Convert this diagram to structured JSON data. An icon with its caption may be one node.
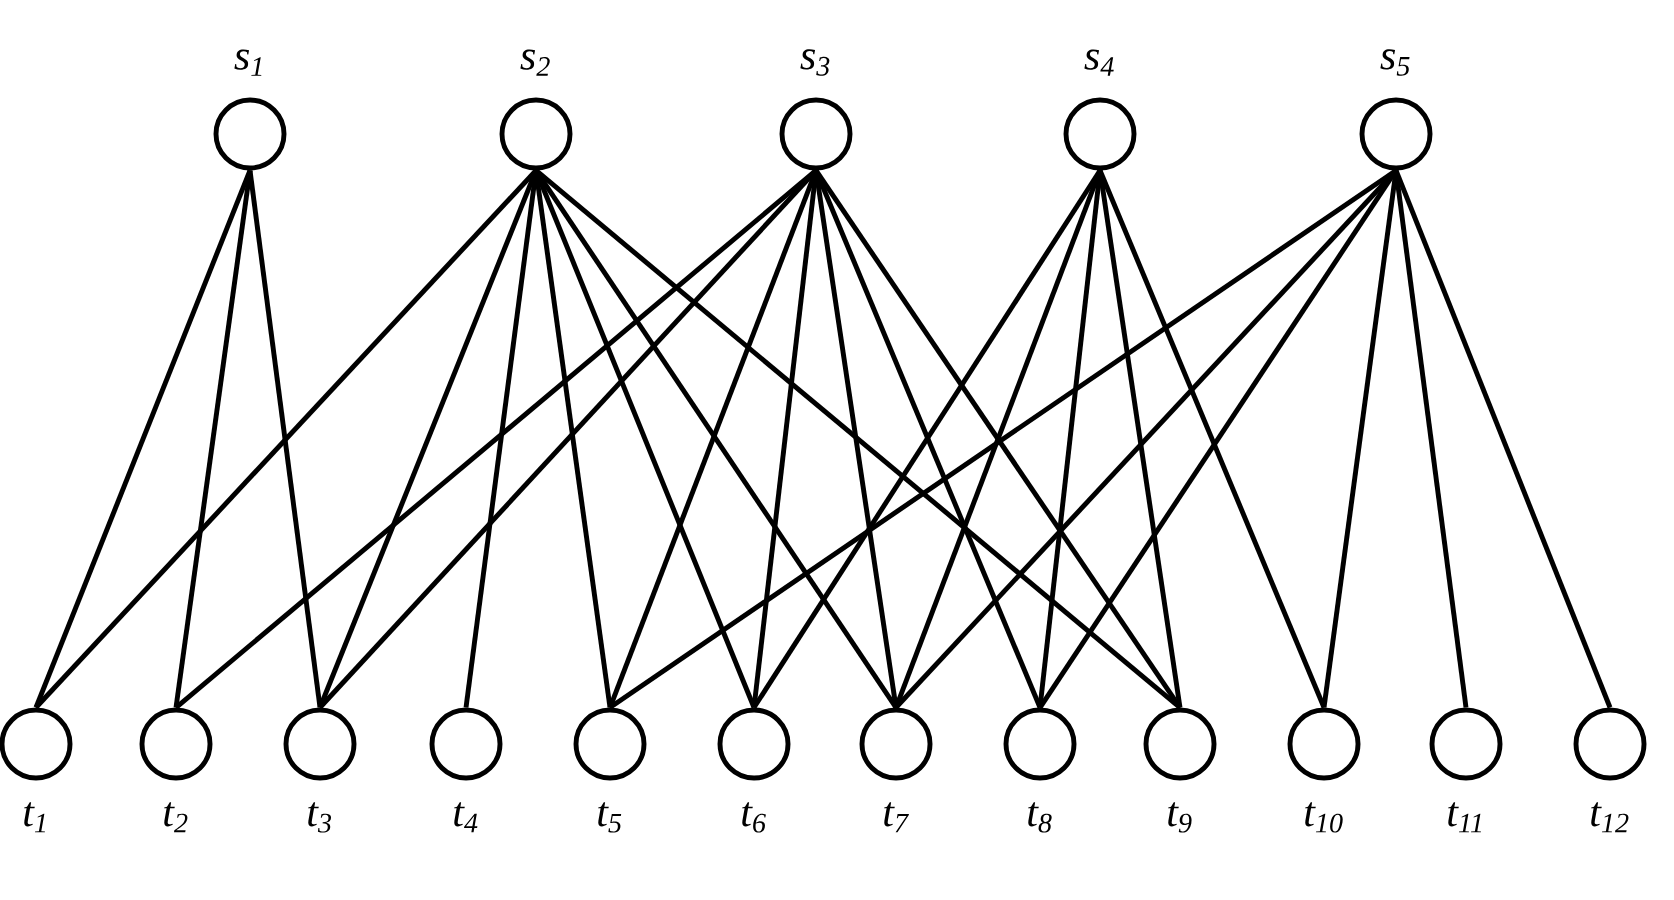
{
  "diagram": {
    "nodes": [
      {
        "text": [
          "s$_{1}$"
        ]
      },
      {
        "text": [
          "s$_{2}$"
        ]
      },
      {
        "text": [
          "s$_{3}$"
        ]
      },
      {
        "text": [
          "s$_{4}$"
        ]
      },
      {
        "text": [
          "s$_{5}$"
        ]
      },
      {
        "text": [
          "t$_{1}$"
        ]
      },
      {
        "text": [
          "t$_{2}$"
        ]
      },
      {
        "text": [
          "t$_{3}$"
        ]
      },
      {
        "text": [
          "t$_{4}$"
        ]
      },
      {
        "text": [
          "t$_{5}$"
        ]
      },
      {
        "text": [
          "t$_{6}$"
        ]
      },
      {
        "text": [
          "t$_{7}$"
        ]
      },
      {
        "text": [
          "t$_{8}$"
        ]
      },
      {
        "text": [
          "t$_{9}$"
        ]
      },
      {
        "text": [
          "t$_{10}$"
        ]
      },
      {
        "text": [
          "t$_{11}$"
        ]
      },
      {
        "text": [
          "t$_{12}$"
        ]
      }
    ],
    "edges": [
      {
        "from": 0,
        "to": 5,
        "arrow": "none"
      },
      {
        "from": 0,
        "to": 6,
        "arrow": "none"
      },
      {
        "from": 0,
        "to": 7,
        "arrow": "none"
      },
      {
        "from": 1,
        "to": 5,
        "arrow": "none"
      },
      {
        "from": 1,
        "to": 7,
        "arrow": "none"
      },
      {
        "from": 1,
        "to": 8,
        "arrow": "none"
      },
      {
        "from": 1,
        "to": 9,
        "arrow": "none"
      },
      {
        "from": 1,
        "to": 10,
        "arrow": "none"
      },
      {
        "from": 1,
        "to": 11,
        "arrow": "none"
      },
      {
        "from": 1,
        "to": 13,
        "arrow": "none"
      },
      {
        "from": 2,
        "to": 6,
        "arrow": "none"
      },
      {
        "from": 2,
        "to": 7,
        "arrow": "none"
      },
      {
        "from": 2,
        "to": 9,
        "arrow": "none"
      },
      {
        "from": 2,
        "to": 10,
        "arrow": "none"
      },
      {
        "from": 2,
        "to": 11,
        "arrow": "none"
      },
      {
        "from": 2,
        "to": 12,
        "arrow": "none"
      },
      {
        "from": 2,
        "to": 13,
        "arrow": "none"
      },
      {
        "from": 3,
        "to": 10,
        "arrow": "none"
      },
      {
        "from": 3,
        "to": 11,
        "arrow": "none"
      },
      {
        "from": 3,
        "to": 12,
        "arrow": "none"
      },
      {
        "from": 3,
        "to": 13,
        "arrow": "none"
      },
      {
        "from": 3,
        "to": 14,
        "arrow": "none"
      },
      {
        "from": 4,
        "to": 9,
        "arrow": "none"
      },
      {
        "from": 4,
        "to": 11,
        "arrow": "none"
      },
      {
        "from": 4,
        "to": 12,
        "arrow": "none"
      },
      {
        "from": 4,
        "to": 14,
        "arrow": "none"
      },
      {
        "from": 4,
        "to": 15,
        "arrow": "none"
      },
      {
        "from": 4,
        "to": 16,
        "arrow": "none"
      }
    ]
  }
}
